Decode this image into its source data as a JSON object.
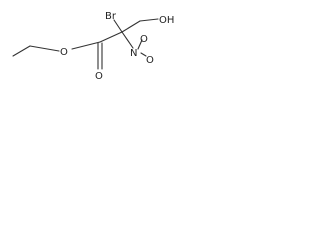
{
  "molecule": {
    "atoms": {
      "bromine": "Br",
      "hydroxyl": "OH",
      "ester_oxygen": "O",
      "carbonyl_oxygen": "O",
      "nitrogen": "N",
      "nitro_oxygen_top": "O",
      "nitro_oxygen_right": "O"
    }
  }
}
